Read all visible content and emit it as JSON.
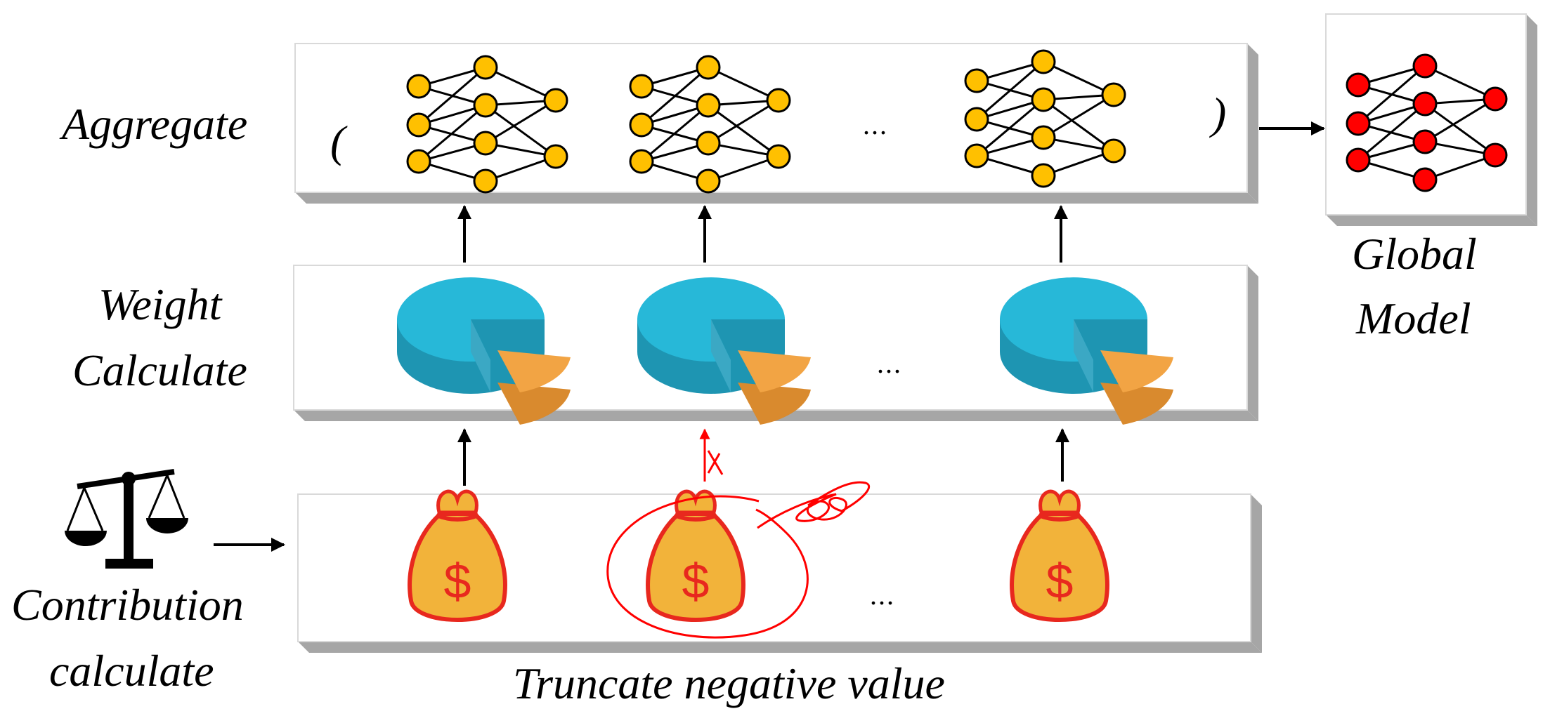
{
  "labels": {
    "aggregate": "Aggregate",
    "weight_line1": "Weight",
    "weight_line2": "Calculate",
    "contribution_line1": "Contribution",
    "contribution_line2": "calculate",
    "global_line1": "Global",
    "global_line2": "Model",
    "truncate": "Truncate negative value",
    "paren_open": "(",
    "paren_close": ")",
    "ellipsis": "...",
    "dollar": "$"
  },
  "colors": {
    "client_node": "#FFC000",
    "global_node": "#FF0000",
    "pie_main": "#27B8D8",
    "pie_slice": "#F2A444",
    "bag_body": "#F2B33A",
    "bag_outline": "#E8281E",
    "annotation": "#FF0000",
    "panel_shadow": "#A6A6A6"
  },
  "icons": {
    "scale": "balance-scale-icon",
    "bag": "money-bag-icon",
    "pie": "pie-chart-icon",
    "network": "neural-network-icon"
  }
}
